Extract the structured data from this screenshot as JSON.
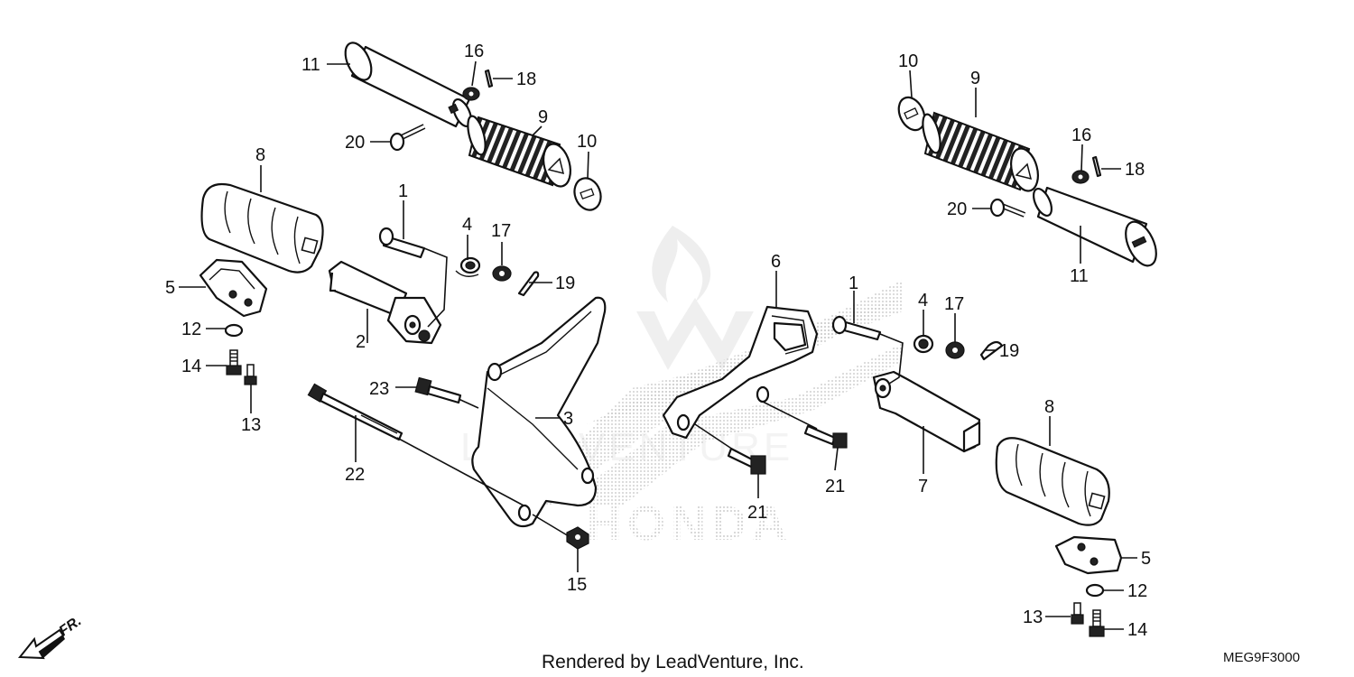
{
  "callouts": {
    "c1": "11",
    "c2": "16",
    "c3": "18",
    "c4": "20",
    "c5": "9",
    "c6": "10",
    "c7": "8",
    "c8": "1",
    "c9": "4",
    "c10": "17",
    "c11": "19",
    "c12": "5",
    "c13": "2",
    "c14": "12",
    "c15": "14",
    "c16": "13",
    "c17": "23",
    "c18": "3",
    "c19": "22",
    "c20": "15",
    "c21": "6",
    "c22": "21",
    "c23": "21",
    "c24": "10",
    "c25": "9",
    "c26": "16",
    "c27": "18",
    "c28": "20",
    "c29": "11",
    "c30": "1",
    "c31": "4",
    "c32": "17",
    "c33": "19",
    "c34": "8",
    "c35": "7",
    "c36": "5",
    "c37": "12",
    "c38": "13",
    "c39": "14"
  },
  "watermark": {
    "brand_logo_text": "HONDA",
    "dealer_logo_text": "LEADVENTURE"
  },
  "direction_label": "FR.",
  "footer": {
    "rendered_by": "Rendered by LeadVenture, Inc."
  },
  "diagram_code": "MEG9F3000",
  "colors": {
    "line": "#111111",
    "watermark": "#c8c8c8"
  }
}
